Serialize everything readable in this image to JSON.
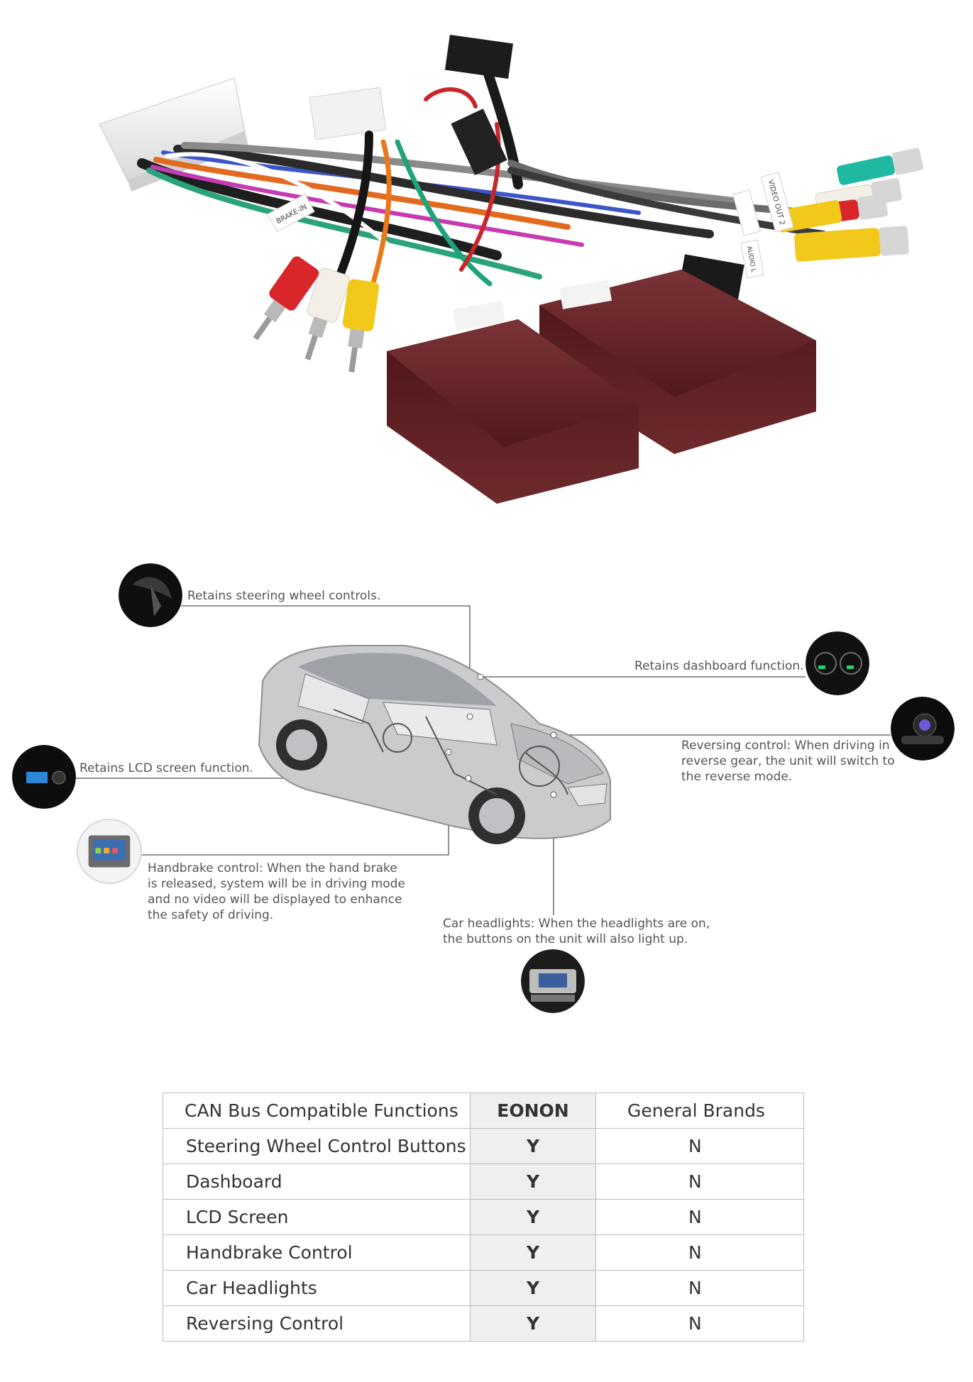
{
  "callouts": {
    "steering": "Retains steering wheel controls.",
    "dashboard": "Retains dashboard function.",
    "lcd": "Retains LCD screen function.",
    "reversing": {
      "line1": "Reversing control: When driving in",
      "line2": "reverse gear, the unit will switch to",
      "line3": "the reverse mode."
    },
    "handbrake": {
      "line1": "Handbrake control: When the hand brake",
      "line2": "is released, system will be in driving mode",
      "line3": "and no video will be displayed to enhance",
      "line4": "the safety of driving."
    },
    "headlights": {
      "line1": "Car headlights: When the headlights are on,",
      "line2": "the buttons on the unit will also light up."
    }
  },
  "harness_labels": {
    "brake": "BRAKE-IN",
    "video_out_2": "VIDEO OUT 2",
    "audio_l": "AUDIO L"
  },
  "table": {
    "headers": {
      "functions": "CAN Bus Compatible Functions",
      "eonon": "EONON",
      "general": "General Brands"
    },
    "rows": [
      {
        "function": "Steering Wheel Control Buttons",
        "eonon": "Y",
        "general": "N"
      },
      {
        "function": "Dashboard",
        "eonon": "Y",
        "general": "N"
      },
      {
        "function": "LCD Screen",
        "eonon": "Y",
        "general": "N"
      },
      {
        "function": "Handbrake Control",
        "eonon": "Y",
        "general": "N"
      },
      {
        "function": "Car Headlights",
        "eonon": "Y",
        "general": "N"
      },
      {
        "function": "Reversing Control",
        "eonon": "Y",
        "general": "N"
      }
    ]
  },
  "colors": {
    "box": "#5e1f22",
    "rca_red": "#d8262a",
    "rca_yellow": "#f2c81a",
    "rca_white": "#f3efe6",
    "rca_teal": "#1fb8a0",
    "eonon_cell": "#efefef",
    "table_border": "#bdbdbd"
  }
}
